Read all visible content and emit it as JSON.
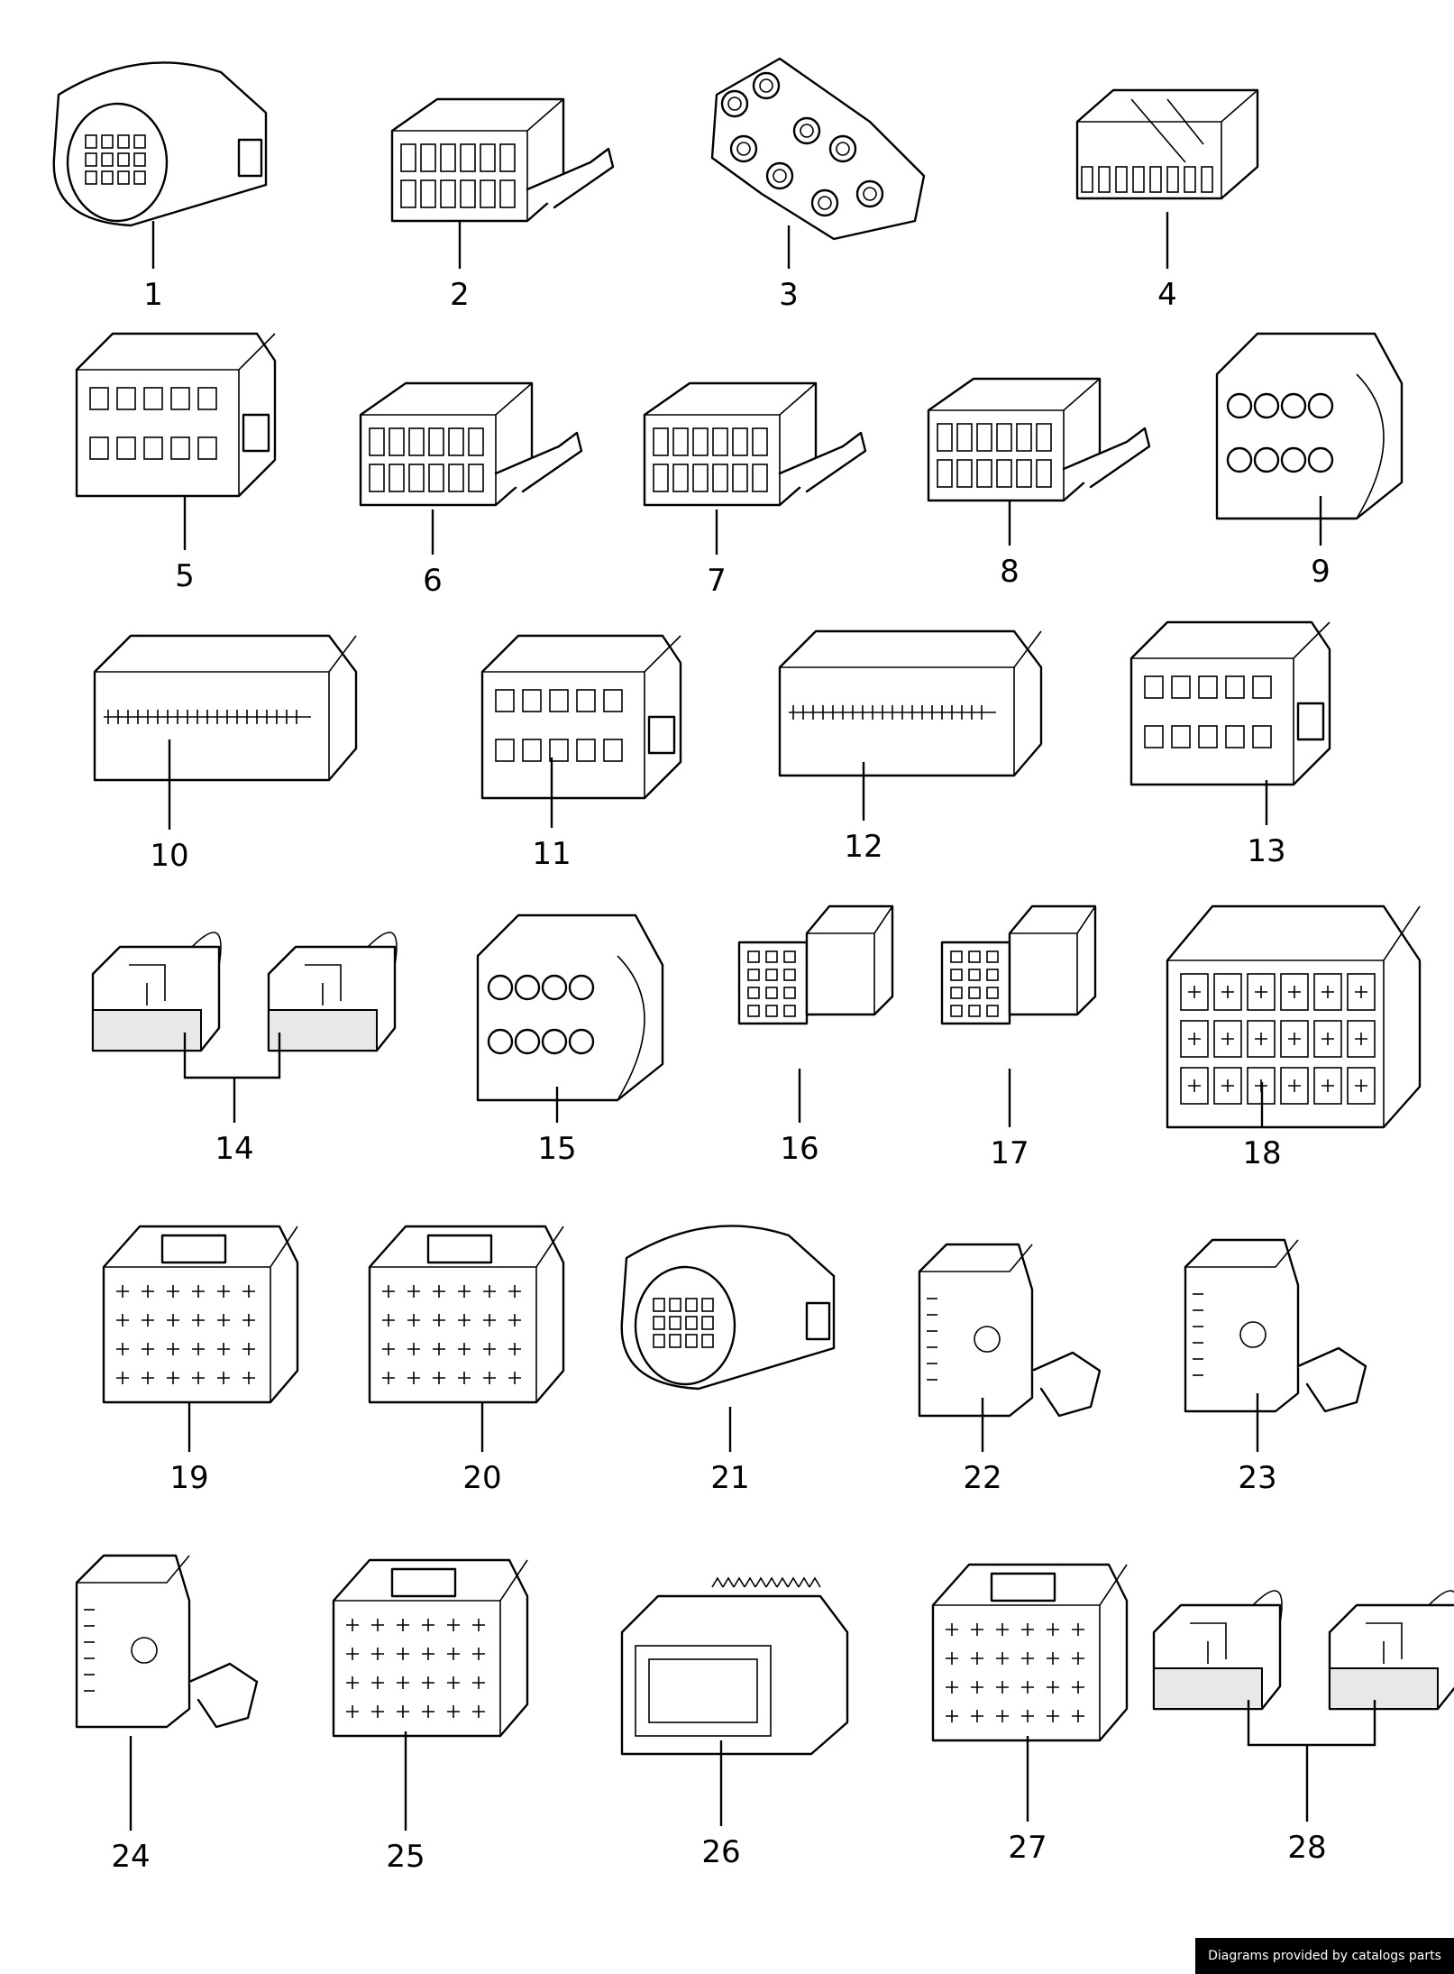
{
  "parts": [
    {
      "number": "1",
      "shape": "oval"
    },
    {
      "number": "2",
      "shape": "latch"
    },
    {
      "number": "3",
      "shape": "bracket"
    },
    {
      "number": "4",
      "shape": "flat"
    },
    {
      "number": "5",
      "shape": "block"
    },
    {
      "number": "6",
      "shape": "latch"
    },
    {
      "number": "7",
      "shape": "latch"
    },
    {
      "number": "8",
      "shape": "latch"
    },
    {
      "number": "9",
      "shape": "round"
    },
    {
      "number": "10",
      "shape": "long"
    },
    {
      "number": "11",
      "shape": "block"
    },
    {
      "number": "12",
      "shape": "long"
    },
    {
      "number": "13",
      "shape": "block"
    },
    {
      "number": "14",
      "shape": "pair"
    },
    {
      "number": "15",
      "shape": "round"
    },
    {
      "number": "16",
      "shape": "small"
    },
    {
      "number": "17",
      "shape": "small"
    },
    {
      "number": "18",
      "shape": "big"
    },
    {
      "number": "19",
      "shape": "grid"
    },
    {
      "number": "20",
      "shape": "grid"
    },
    {
      "number": "21",
      "shape": "oval"
    },
    {
      "number": "22",
      "shape": "hook"
    },
    {
      "number": "23",
      "shape": "hook"
    },
    {
      "number": "24",
      "shape": "hook"
    },
    {
      "number": "25",
      "shape": "grid"
    },
    {
      "number": "26",
      "shape": "frame"
    },
    {
      "number": "27",
      "shape": "grid"
    },
    {
      "number": "28",
      "shape": "pair"
    }
  ],
  "credit": "Diagrams provided by catalogs parts"
}
